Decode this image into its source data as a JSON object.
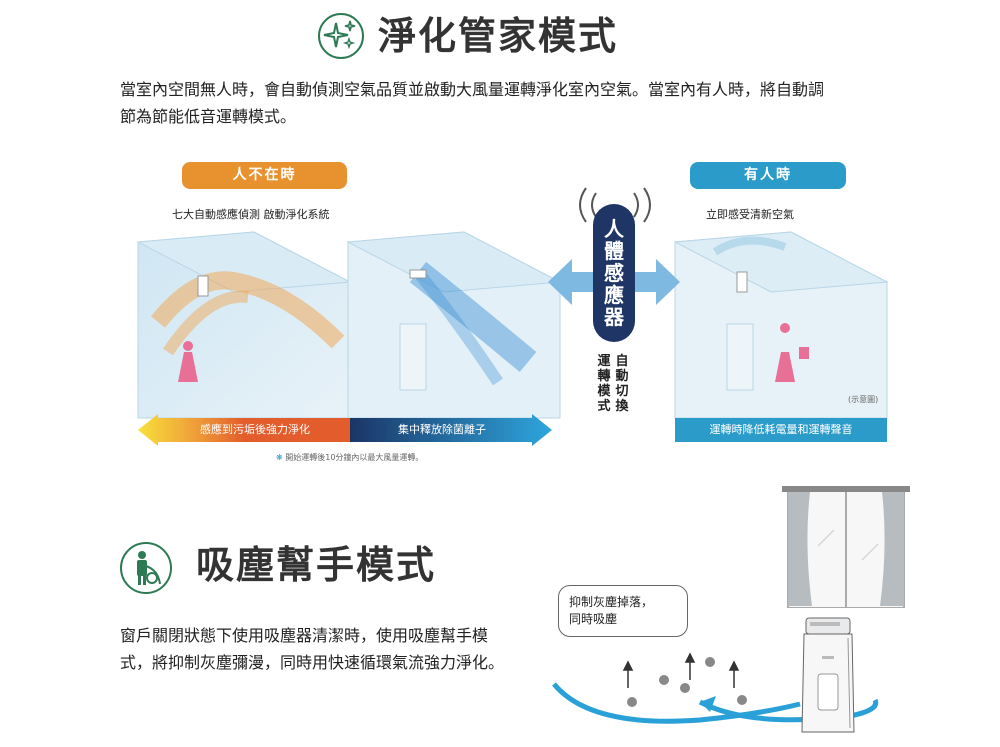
{
  "purify": {
    "title": "淨化管家模式",
    "icon": "sparkle-icon",
    "intro_line1": "當室內空間無人時，會自動偵測空氣品質並啟動大風量運轉淨化室內空氣。當室內有人時，將自動調",
    "intro_line2": "節為節能低音運轉模式。",
    "absent_label": "人不在時",
    "absent_caption": "七大自動感應偵測 啟動淨化系統",
    "present_label": "有人時",
    "present_caption": "立即感受清新空氣",
    "sensor_label": "人體感應器",
    "switch_col1": "運轉模式",
    "switch_col2": "自動切換",
    "illustrative_note": "(示意圖)",
    "bar_left": "感應到污垢後強力淨化",
    "bar_mid": "集中釋放除菌離子",
    "bar_right": "運轉時降低耗電量和運轉聲音",
    "footnote": "開始運轉後10分鐘內以最大風量運轉。",
    "colors": {
      "orange": "#e8922f",
      "teal": "#2b9cc9",
      "navy": "#1e3566",
      "green": "#2e7a55"
    }
  },
  "vacuum": {
    "title": "吸塵幫手模式",
    "icon": "vacuum-person-icon",
    "text_line1": "窗戶關閉狀態下使用吸塵器清潔時，使用吸塵幫手模",
    "text_line2": "式，將抑制灰塵彌漫，同時用快速循環氣流強力淨化。",
    "bubble_line1": "抑制灰塵掉落，",
    "bubble_line2": "同時吸塵"
  }
}
